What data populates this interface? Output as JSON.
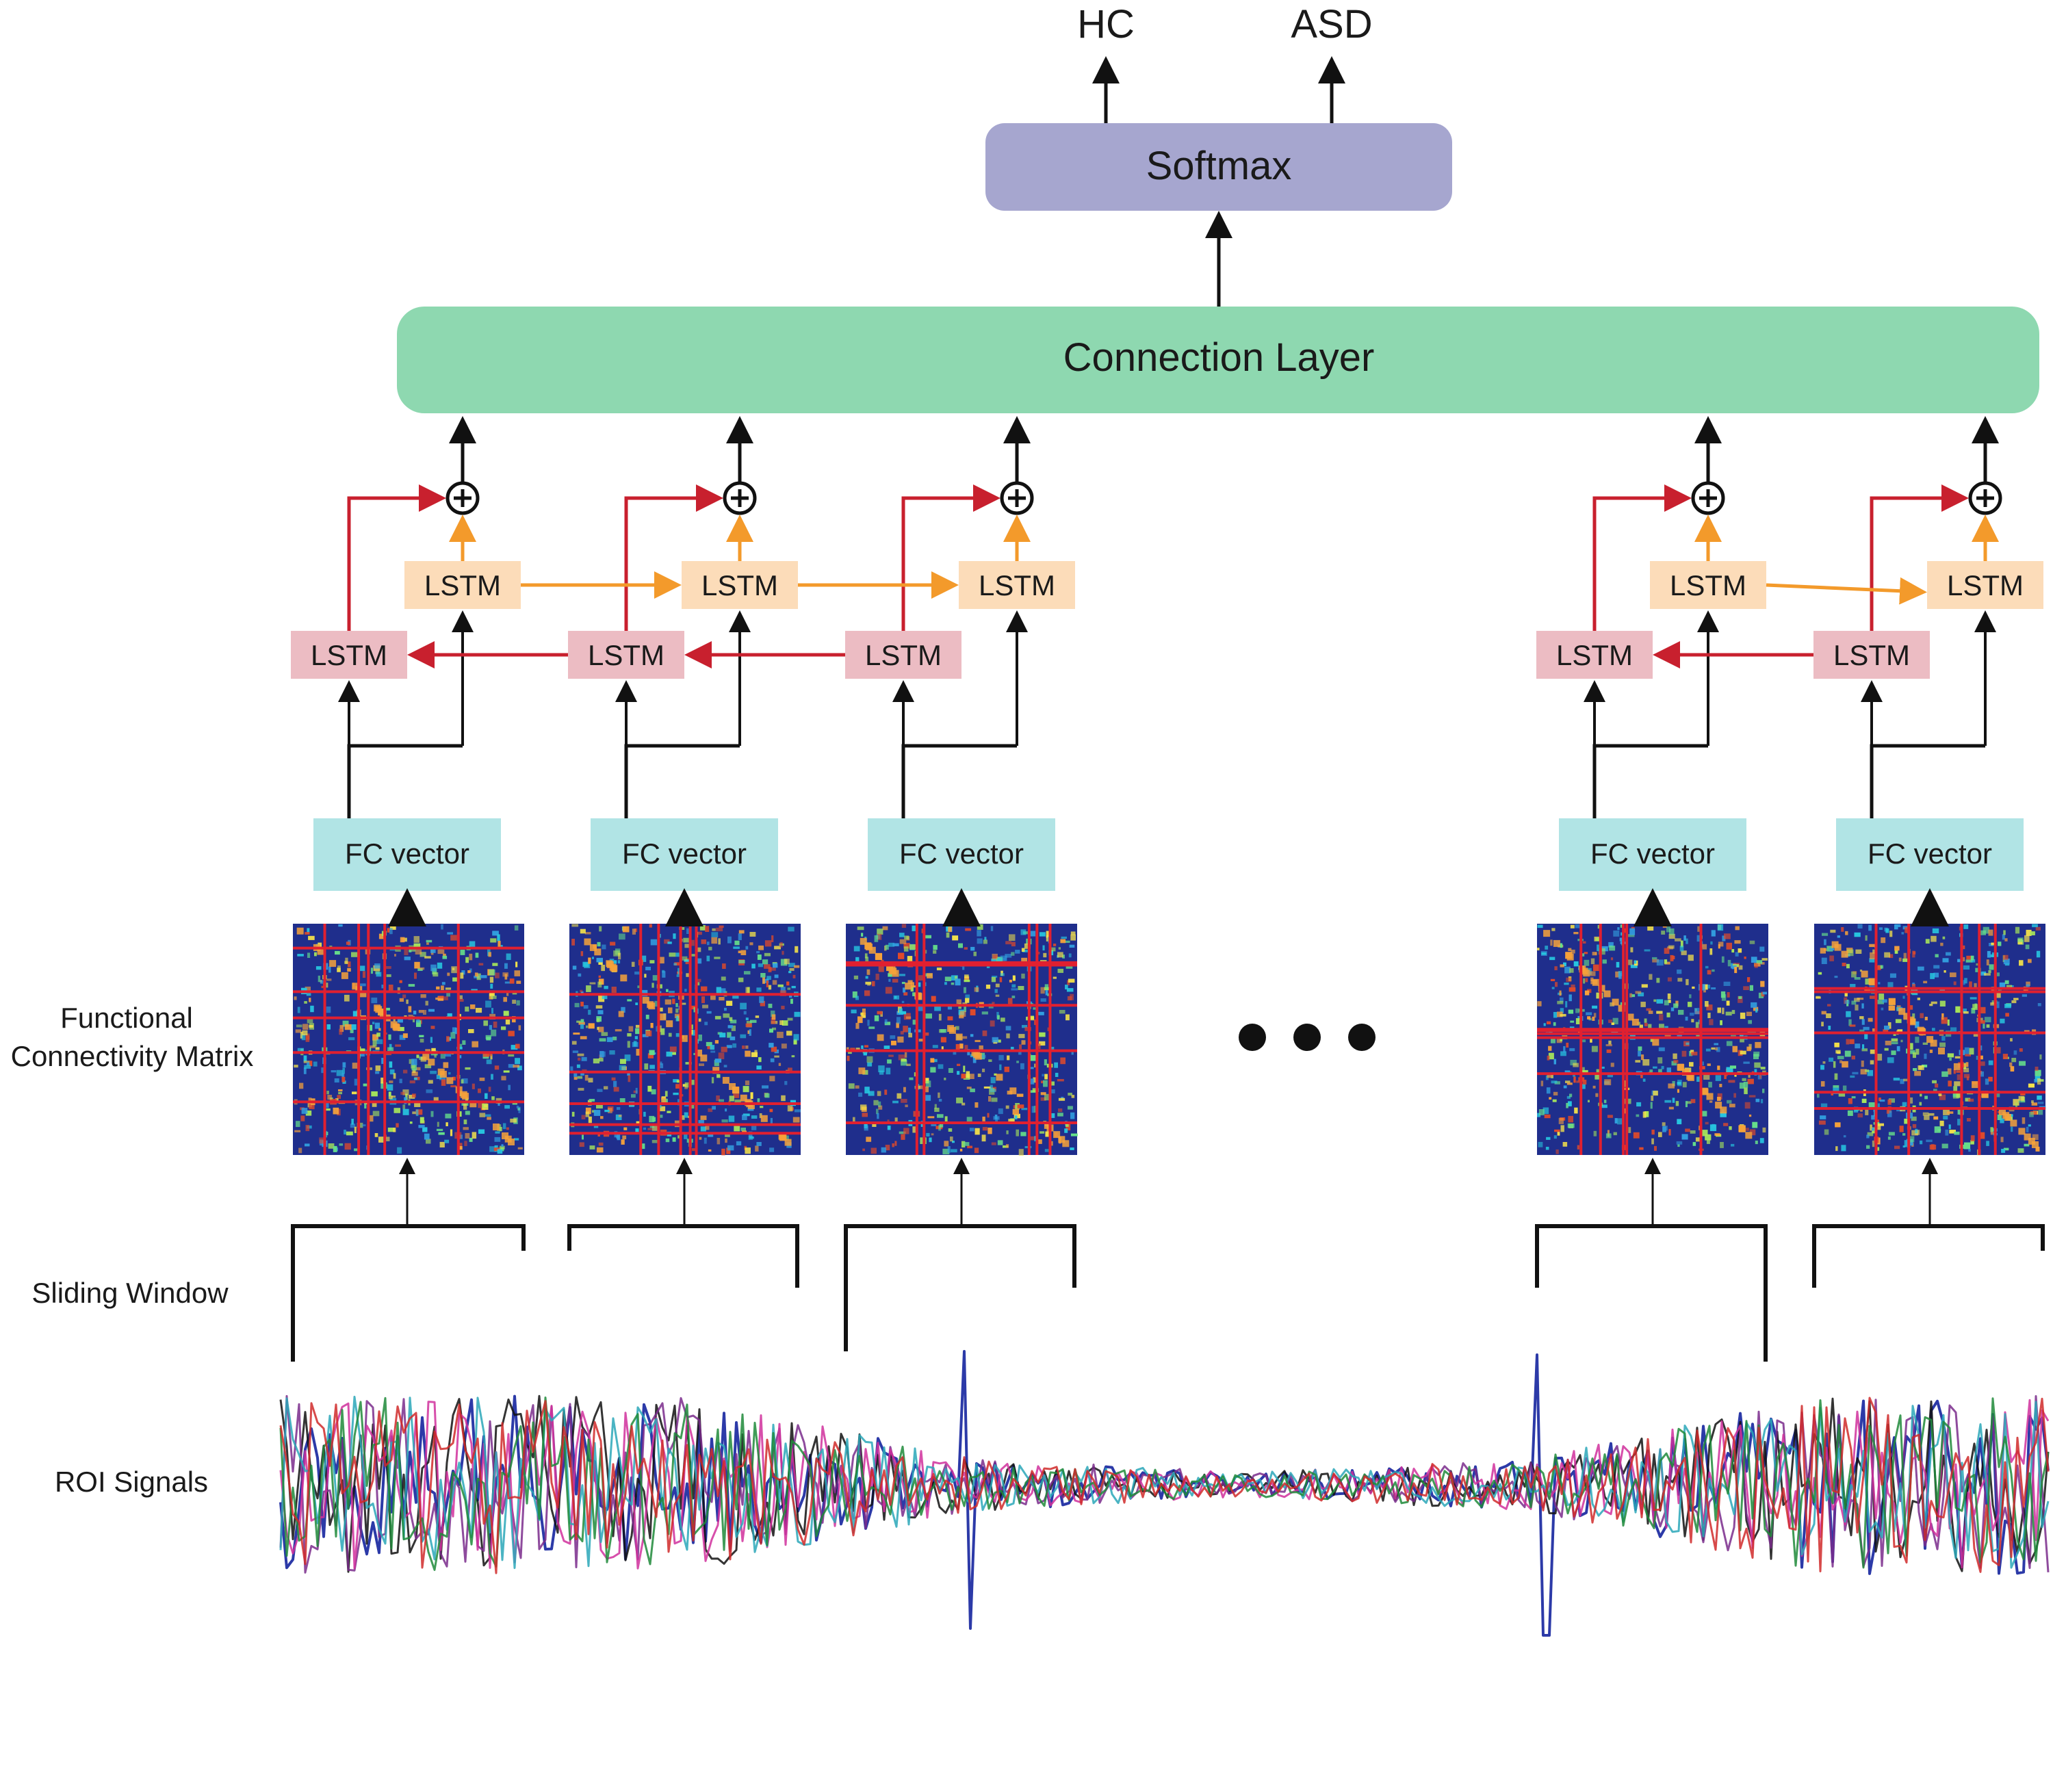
{
  "outputs": [
    "HC",
    "ASD"
  ],
  "softmax_label": "Softmax",
  "connection_layer_label": "Connection Layer",
  "lstm_label": "LSTM",
  "fc_vector_label": "FC vector",
  "side_labels": {
    "fc_matrix_line1": "Functional",
    "fc_matrix_line2": "Connectivity Matrix",
    "sliding_window": "Sliding Window",
    "roi_signals": "ROI Signals"
  },
  "colors": {
    "softmax": "#a6a6cf",
    "connection_layer": "#8ed8b0",
    "lstm_forward": "#fcdcb9",
    "lstm_backward": "#ecbcc3",
    "fc_vector": "#b1e4e5",
    "arrow_forward": "#f39a2b",
    "arrow_backward": "#c8202e",
    "matrix_background": "#1f2e8c",
    "matrix_grid": "#e02030"
  },
  "signal_colors": [
    "#2c3aa8",
    "#111111",
    "#7a2c8c",
    "#d0309c",
    "#2aa7b8",
    "#1e8a3a",
    "#d02a2a"
  ],
  "icons": [
    "plus-circle-icon",
    "ellipsis-icon",
    "arrow-icon"
  ]
}
